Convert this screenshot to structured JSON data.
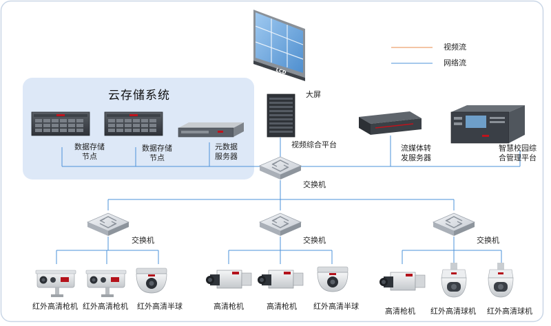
{
  "legend": {
    "video": "视频流",
    "network": "网络流"
  },
  "cloud": {
    "title": "云存储系统"
  },
  "labels": {
    "screen": "大屏",
    "node1": "数据存储\n节点",
    "node2": "数据存储\n节点",
    "meta": "元数据\n服务器",
    "platform": "视频综合平台",
    "stream": "流媒体转\n发服务器",
    "campus": "智慧校园综\n合管理平台",
    "core_switch": "交换机",
    "switch_left": "交换机",
    "switch_mid": "交换机",
    "switch_right": "交换机",
    "cam1": "红外高清枪机",
    "cam2": "红外高清枪机",
    "cam3": "红外高清半球",
    "cam4": "高清枪机",
    "cam5": "高清枪机",
    "cam6": "红外高清半球",
    "cam7": "高清枪机",
    "cam8": "红外高清球机",
    "cam9": "红外高清球机"
  },
  "screen_logo": "LCD",
  "colors": {
    "network": "#4a90d9",
    "video": "#e8894a",
    "cloud_bg": "#dde8f7",
    "frame": "#c9d6e6"
  }
}
